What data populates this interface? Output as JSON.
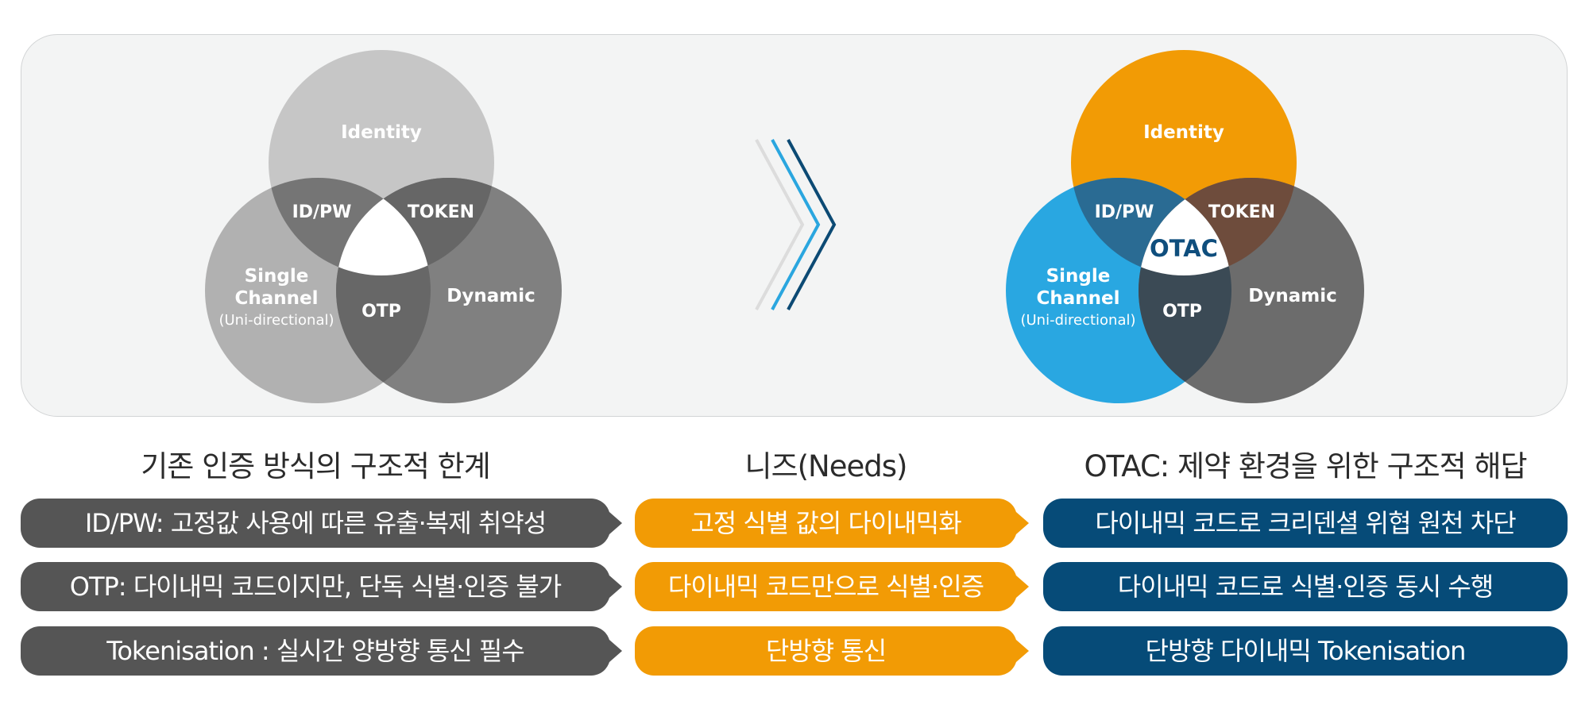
{
  "left_venn": {
    "identity": "Identity",
    "idpw": "ID/PW",
    "token": "TOKEN",
    "single": "Single",
    "channel": "Channel",
    "uni": "(Uni-directional)",
    "otp": "OTP",
    "dynamic": "Dynamic",
    "colors": {
      "top": "#c6c6c6",
      "left": "#b1b1b1",
      "right": "#808080",
      "overlap_tl": "#757575",
      "overlap_tr": "#666666",
      "overlap_lr": "#676767"
    }
  },
  "right_venn": {
    "identity": "Identity",
    "idpw": "ID/PW",
    "token": "TOKEN",
    "center": "OTAC",
    "single": "Single",
    "channel": "Channel",
    "uni": "(Uni-directional)",
    "otp": "OTP",
    "dynamic": "Dynamic",
    "colors": {
      "top": "#f29b05",
      "left": "#29a7e1",
      "right": "#6c6c6c",
      "center_text": "#0f4e7d"
    }
  },
  "chevron_colors": [
    "#dcdcdc",
    "#2aa6df",
    "#0c4a74"
  ],
  "headings": {
    "left": "기존 인증 방식의 구조적 한계",
    "middle": "니즈(Needs)",
    "right": "OTAC: 제약 환경을 위한 구조적 해답"
  },
  "rows": [
    {
      "limit": "ID/PW: 고정값 사용에 따른 유출·복제 취약성",
      "need": "고정 식별 값의 다이내믹화",
      "solution": "다이내믹 코드로 크리덴셜 위협 원천 차단"
    },
    {
      "limit": "OTP: 다이내믹 코드이지만, 단독 식별·인증 불가",
      "need": "다이내믹 코드만으로 식별·인증",
      "solution": "다이내믹 코드로 식별·인증 동시 수행"
    },
    {
      "limit": "Tokenisation : 실시간 양방향 통신 필수",
      "need": "단방향 통신",
      "solution": "단방향 다이내믹 Tokenisation"
    }
  ]
}
